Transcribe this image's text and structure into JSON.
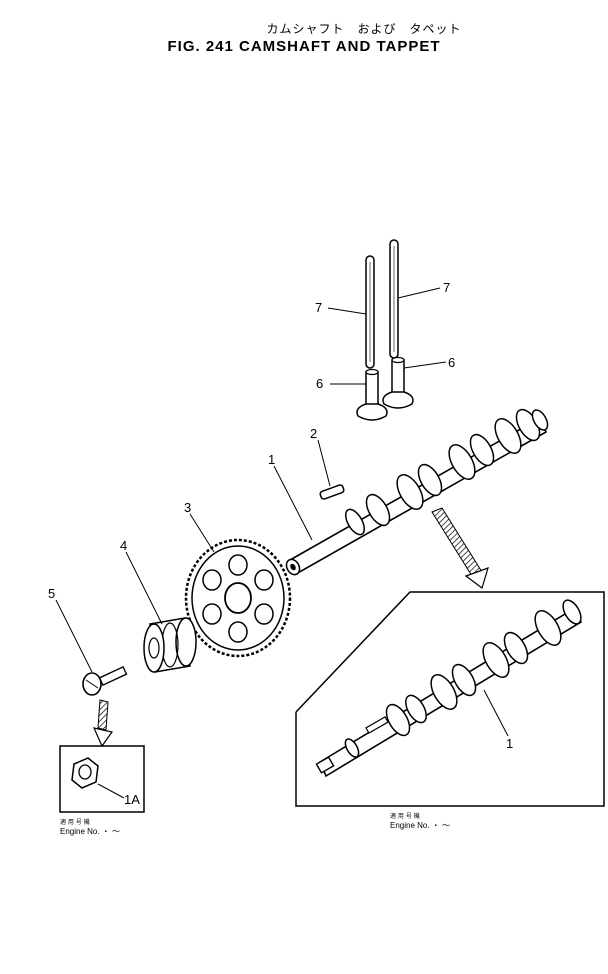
{
  "header": {
    "title_jp": "カムシャフト　および　タペット",
    "title_en": "FIG. 241   CAMSHAFT  AND  TAPPET"
  },
  "callouts": {
    "pushrod_left": "7",
    "pushrod_right": "7",
    "tappet_left": "6",
    "tappet_right": "6",
    "key": "2",
    "camshaft": "1",
    "gear": "3",
    "spacer": "4",
    "bolt": "5",
    "nut_variant": "1A",
    "camshaft_variant": "1"
  },
  "inset_left": {
    "serial_jp": "適 用 号 機",
    "engine_label": "Engine  No.     ・ ～"
  },
  "inset_right": {
    "serial_jp": "適 用 号 機",
    "engine_label": "Engine  No.     ・ ～"
  },
  "colors": {
    "ink": "#000000",
    "paper": "#ffffff"
  }
}
